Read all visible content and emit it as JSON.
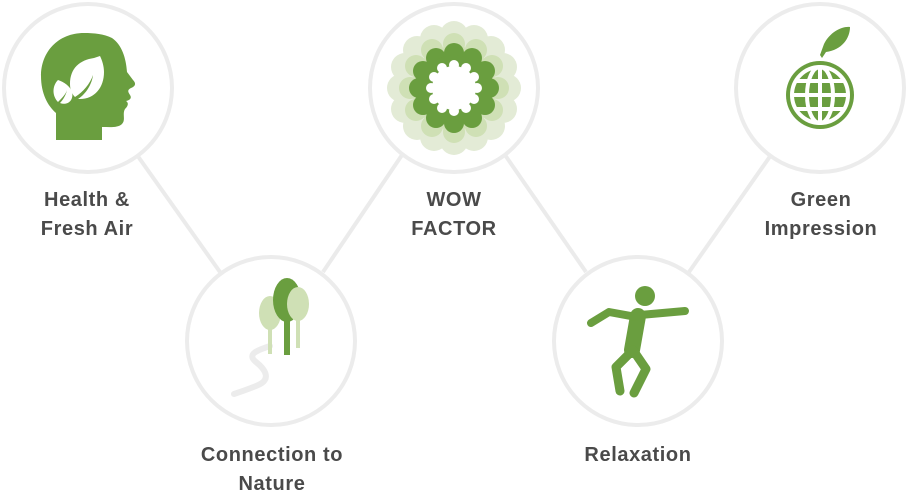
{
  "theme": {
    "green": "#6a9e3f",
    "light_green": "#cfe0b5",
    "pale_green": "#e3ebd6",
    "circle_border": "#ececec",
    "connector": "#ebebeb",
    "text": "#4a4a4a"
  },
  "nodes": [
    {
      "id": "health",
      "label": "Health &\nFresh Air",
      "icon": "head-with-leaf-icon"
    },
    {
      "id": "nature",
      "label": "Connection to\nNature",
      "icon": "trees-and-path-icon"
    },
    {
      "id": "wow",
      "label": "WOW\nFACTOR",
      "icon": "flower-burst-icon"
    },
    {
      "id": "relax",
      "label": "Relaxation",
      "icon": "dancing-person-icon"
    },
    {
      "id": "green",
      "label": "Green\nImpression",
      "icon": "globe-with-leaf-icon"
    }
  ],
  "connections": [
    [
      "health",
      "nature"
    ],
    [
      "nature",
      "wow"
    ],
    [
      "wow",
      "relax"
    ],
    [
      "relax",
      "green"
    ]
  ]
}
